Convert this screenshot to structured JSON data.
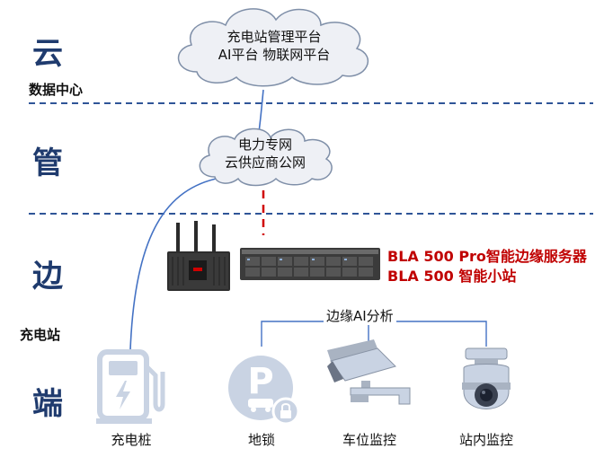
{
  "tiers": {
    "cloud": "云",
    "pipe": "管",
    "edge": "边",
    "end": "端"
  },
  "side_labels": {
    "datacenter": "数据中心",
    "station": "充电站"
  },
  "top_cloud": {
    "line1": "充电站管理平台",
    "line2": "AI平台 物联网平台"
  },
  "mid_cloud": {
    "line1": "电力专网",
    "line2": "云供应商公网"
  },
  "products": {
    "line1": "BLA 500 Pro智能边缘服务器",
    "line2": "BLA 500 智能小站"
  },
  "edge_analysis_label": "边缘AI分析",
  "devices": [
    {
      "label": "充电桩",
      "icon": "charging-pile-icon"
    },
    {
      "label": "地锁",
      "icon": "parking-lock-icon"
    },
    {
      "label": "车位监控",
      "icon": "bullet-camera-icon"
    },
    {
      "label": "站内监控",
      "icon": "dome-camera-icon"
    }
  ],
  "colors": {
    "tier_text": "#1f3b6e",
    "dashed_divider": "#2f5597",
    "red_link": "#d00000",
    "blue_link": "#4472c4",
    "product_text": "#c00000",
    "icon_fill": "#c9d3e3"
  }
}
